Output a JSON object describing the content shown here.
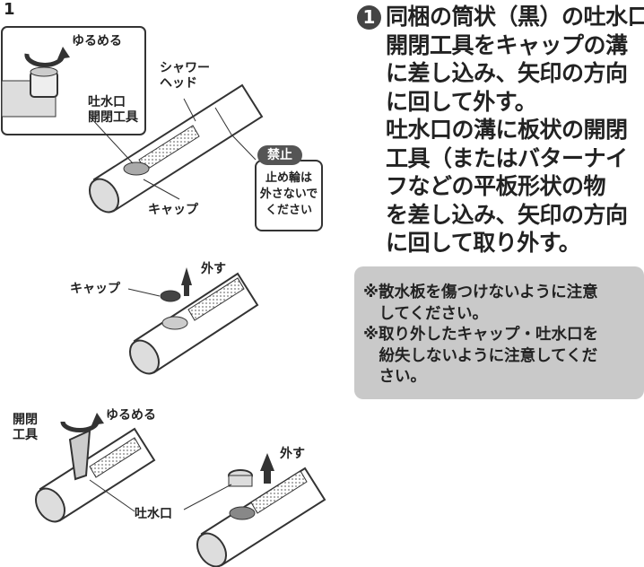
{
  "step_marker": "1",
  "instructions": {
    "lines": [
      "同梱の筒状（黒）の吐水口",
      "開閉工具をキャップの溝",
      "に差し込み、矢印の方向",
      "に回して外す。",
      "吐水口の溝に板状の開閉",
      "工具（またはバターナイ",
      "フなどの平板形状の物",
      "を差し込み、矢印の方向",
      "に回して取り外す。"
    ]
  },
  "notes": {
    "lines": [
      "※散水板を傷つけないように注意",
      "　してください。",
      "※取り外したキャップ・吐水口を",
      "　紛失しないように注意してくだ",
      "　さい。"
    ]
  },
  "figure": {
    "step_marker": "1",
    "loosen_1": "ゆるめる",
    "shower_head": "シャワー\nヘッド",
    "outlet_tool": "吐水口\n開閉工具",
    "prohibited_badge": "禁止",
    "prohibited_text": "止め輪は\n外さないで\nください",
    "cap_1": "キャップ",
    "remove_1": "外す",
    "cap_2": "キャップ",
    "open_close_tool": "開閉\n工具",
    "loosen_2": "ゆるめる",
    "outlet": "吐水口",
    "remove_2": "外す"
  }
}
